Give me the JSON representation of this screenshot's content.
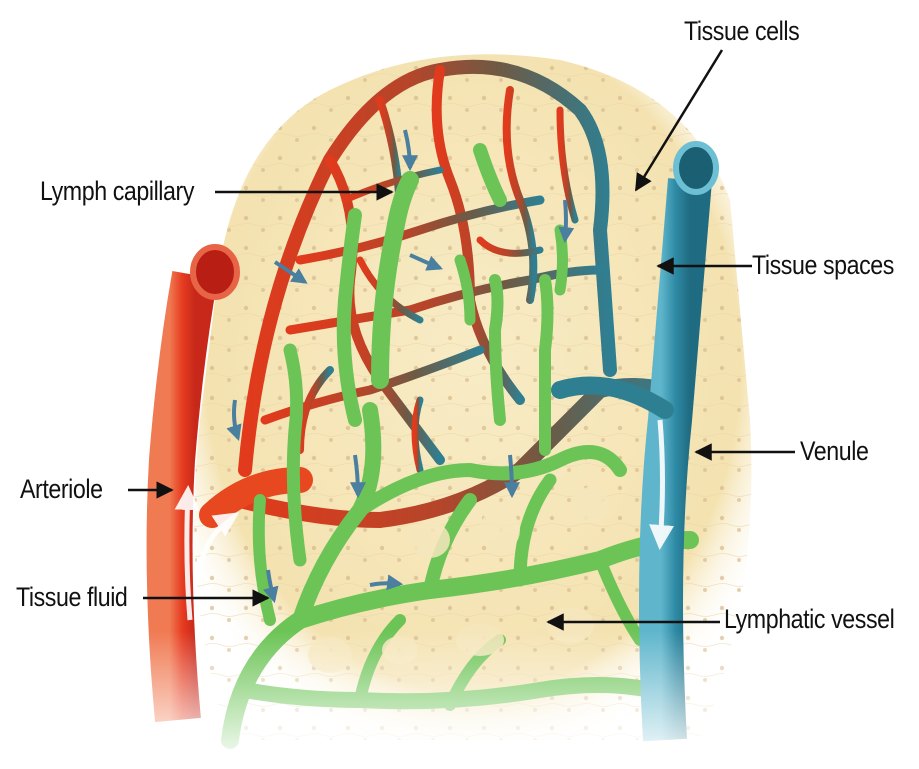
{
  "labels": {
    "tissue_cells": "Tissue cells",
    "lymph_capillary": "Lymph capillary",
    "tissue_spaces": "Tissue spaces",
    "venule": "Venule",
    "arteriole": "Arteriole",
    "tissue_fluid": "Tissue fluid",
    "lymphatic_vessel": "Lymphatic vessel"
  },
  "colors": {
    "tissue": "#f6e7bd",
    "arterial": "#e0301e",
    "venous": "#2f8aa3",
    "lymph": "#6cc456",
    "flow_arrow": "#ffffff",
    "fluid_arrow": "#4a7fa0"
  }
}
